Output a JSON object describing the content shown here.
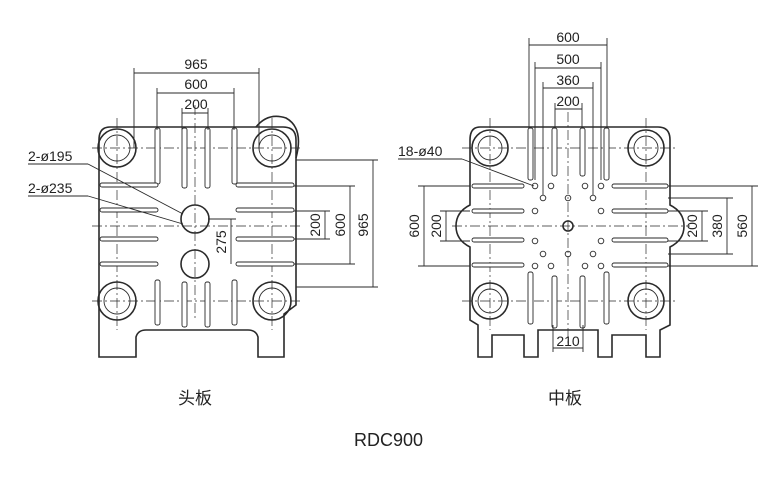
{
  "head_plate": {
    "caption": "头板",
    "dims_top": [
      "965",
      "600",
      "200"
    ],
    "dims_right": [
      "200",
      "600",
      "965"
    ],
    "dim_center": "275",
    "callouts": [
      "2-ø195",
      "2-ø235"
    ]
  },
  "middle_plate": {
    "caption": "中板",
    "dims_top": [
      "600",
      "500",
      "360",
      "200"
    ],
    "dims_left": [
      "600",
      "200"
    ],
    "dims_right": [
      "200",
      "380",
      "560"
    ],
    "dim_bottom": "210",
    "callouts": [
      "18-ø40"
    ]
  },
  "model": "RDC900",
  "colors": {
    "line": "#2a2a2a",
    "background": "#ffffff"
  }
}
